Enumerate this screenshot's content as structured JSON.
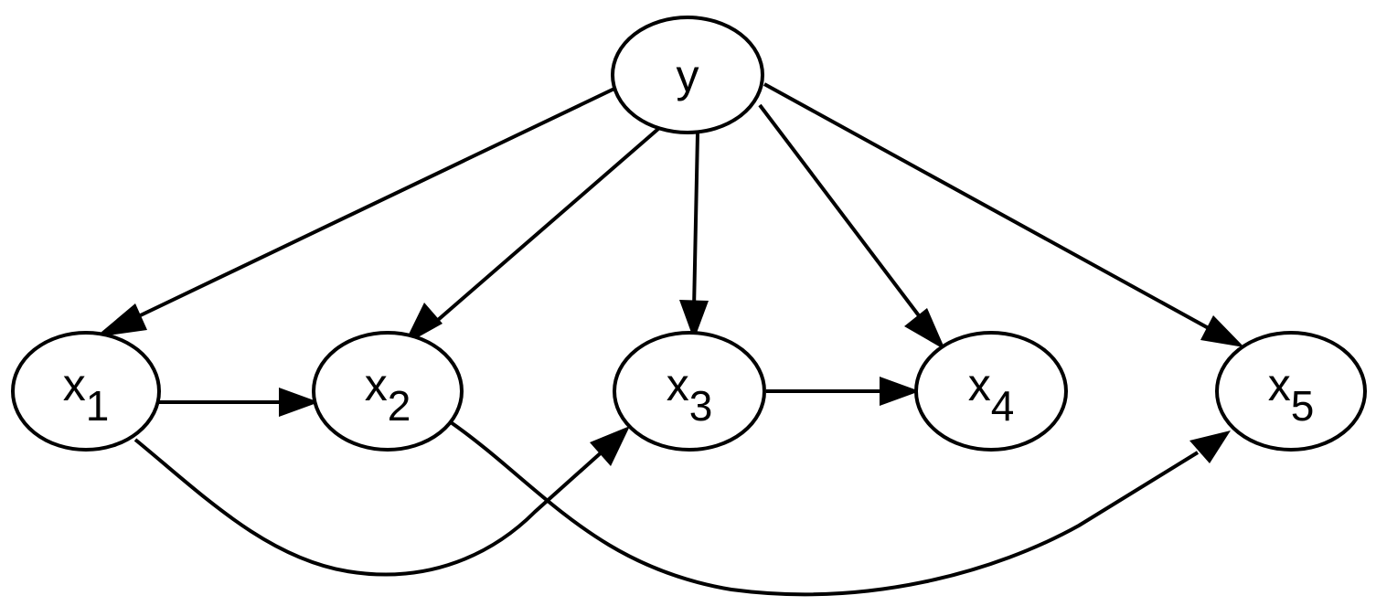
{
  "nodes": [
    {
      "id": "y",
      "label": "y",
      "sub": ""
    },
    {
      "id": "x1",
      "label": "x",
      "sub": "1"
    },
    {
      "id": "x2",
      "label": "x",
      "sub": "2"
    },
    {
      "id": "x3",
      "label": "x",
      "sub": "3"
    },
    {
      "id": "x4",
      "label": "x",
      "sub": "4"
    },
    {
      "id": "x5",
      "label": "x",
      "sub": "5"
    }
  ],
  "edges": [
    {
      "from": "y",
      "to": "x1"
    },
    {
      "from": "y",
      "to": "x2"
    },
    {
      "from": "y",
      "to": "x3"
    },
    {
      "from": "y",
      "to": "x4"
    },
    {
      "from": "y",
      "to": "x5"
    },
    {
      "from": "x1",
      "to": "x2"
    },
    {
      "from": "x3",
      "to": "x4"
    },
    {
      "from": "x1",
      "to": "x3"
    },
    {
      "from": "x2",
      "to": "x5"
    }
  ],
  "colors": {
    "stroke": "#000000",
    "background": "#ffffff"
  }
}
